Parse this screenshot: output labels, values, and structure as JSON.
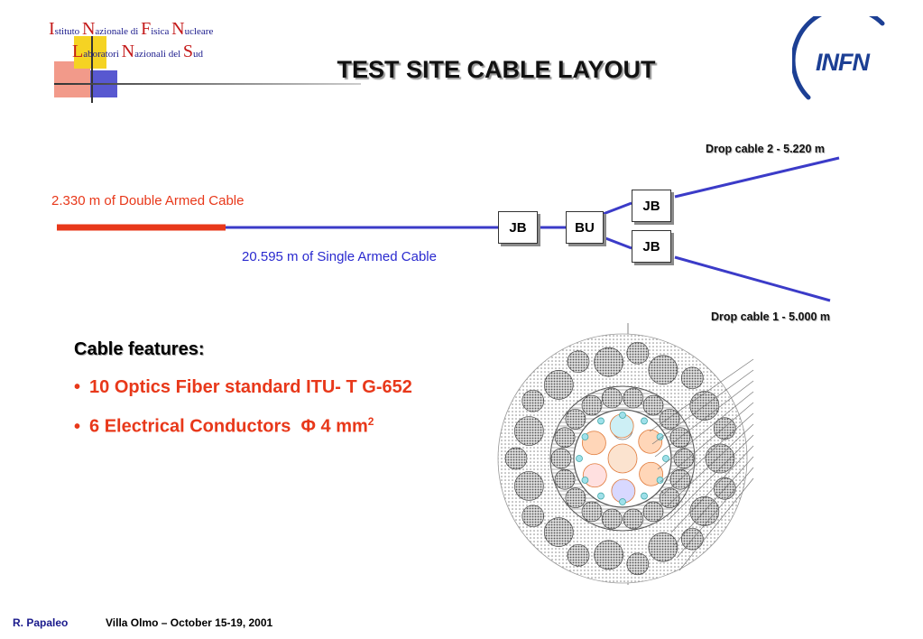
{
  "header": {
    "line1": [
      {
        "cap": "I",
        "rest": "stituto "
      },
      {
        "cap": "N",
        "rest": "azionale di "
      },
      {
        "cap": "F",
        "rest": "isica "
      },
      {
        "cap": "N",
        "rest": "ucleare"
      }
    ],
    "line2": [
      {
        "cap": "L",
        "rest": "aboratori "
      },
      {
        "cap": "N",
        "rest": "azionali del "
      },
      {
        "cap": "S",
        "rest": "ud"
      }
    ],
    "title": "TEST SITE CABLE LAYOUT",
    "logo": "INFN"
  },
  "diagram": {
    "double_armed_label": "2.330 m of Double Armed Cable",
    "single_armed_label": "20.595 m of Single Armed Cable",
    "drop_cable_2": "Drop cable 2  - 5.220 m",
    "drop_cable_1": "Drop cable 1 -  5.000 m",
    "box_jb_main": "JB",
    "box_bu": "BU",
    "box_jb_top": "JB",
    "box_jb_bottom": "JB",
    "colors": {
      "single_cable": "#3b3bc8",
      "double_cable": "#e8381a"
    }
  },
  "features": {
    "heading": "Cable features:",
    "items": [
      {
        "bullet": "•",
        "text": "10 Optics Fiber standard ITU- T G-652"
      },
      {
        "bullet": "•",
        "text": "6 Electrical Conductors",
        "phi": "Φ",
        "size": "4 mm",
        "sup": "2"
      }
    ]
  },
  "footer": {
    "author": "R. Papaleo",
    "venue": "Villa Olmo – October 15-19, 2001"
  }
}
